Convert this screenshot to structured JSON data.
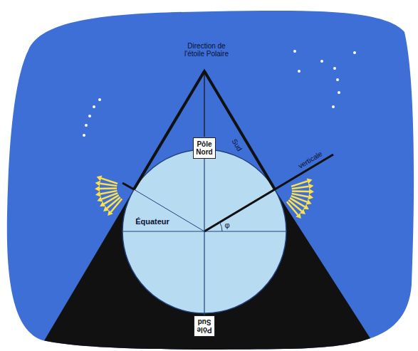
{
  "diagram": {
    "nodes": [
      {
        "text": [
          "Pôle Nord"
        ]
      },
      {
        "text": [
          "Pôle Sud"
        ]
      }
    ],
    "edges": [
      {
        "from": 0,
        "to": 1,
        "arrow": "none"
      }
    ],
    "labels": [
      "Direction de l'étoile Polaire",
      "Sud",
      "verticale",
      "Équateur",
      "φ"
    ]
  }
}
